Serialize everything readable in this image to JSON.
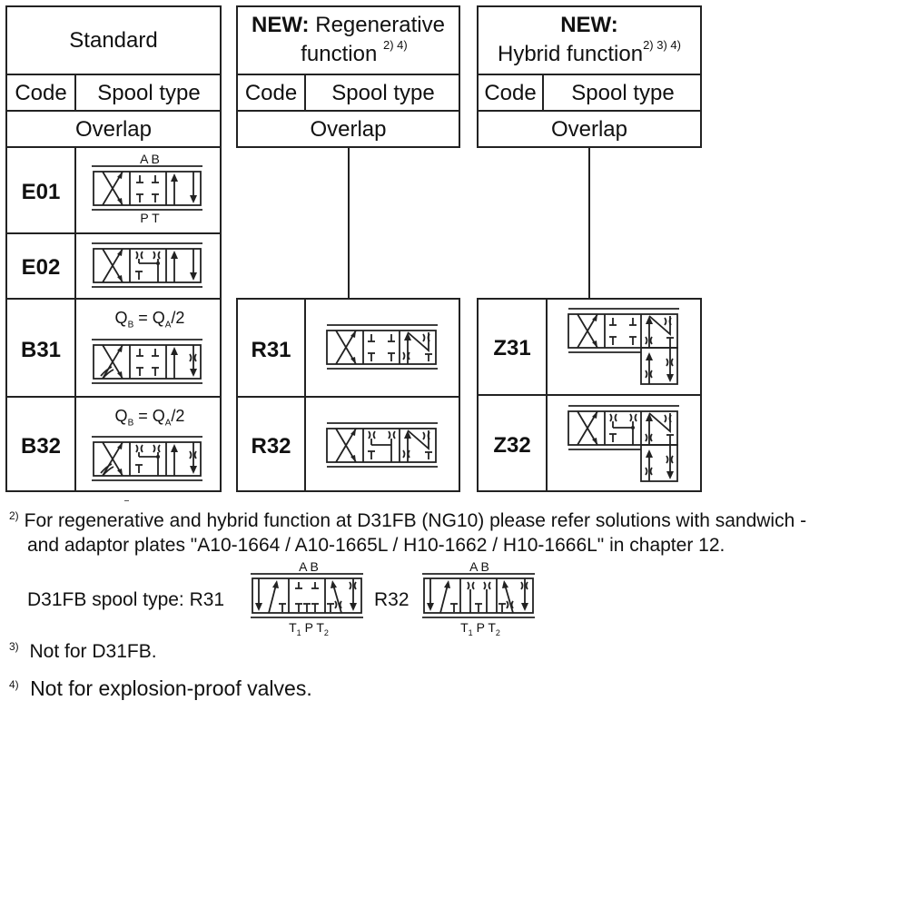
{
  "columns": [
    {
      "id": "standard",
      "title_plain": "Standard",
      "header_code": "Code",
      "header_spool": "Spool type",
      "subheader": "Overlap",
      "rows": [
        {
          "code": "E01",
          "note": "",
          "ports_top": "A B",
          "ports_bottom": "P T"
        },
        {
          "code": "E02",
          "note": ""
        },
        {
          "code": "B31",
          "note_q": "Q",
          "note_sub_b": "B",
          "note_eq": " = Q",
          "note_sub_a": "A",
          "note_tail": "/2"
        },
        {
          "code": "B32",
          "note_q": "Q",
          "note_sub_b": "B",
          "note_eq": " = Q",
          "note_sub_a": "A",
          "note_tail": "/2"
        }
      ]
    },
    {
      "id": "regenerative",
      "title_bold": "NEW:",
      "title_rest": " Regenerative",
      "title_line2": "function",
      "title_refs": "2)  4)",
      "header_code": "Code",
      "header_spool": "Spool type",
      "subheader": "Overlap",
      "rows": [
        {
          "code": "R31"
        },
        {
          "code": "R32"
        }
      ]
    },
    {
      "id": "hybrid",
      "title_bold": "NEW:",
      "title_line2": "Hybrid function",
      "title_refs": "2) 3) 4)",
      "header_code": "Code",
      "header_spool": "Spool type",
      "subheader": "Overlap",
      "rows": [
        {
          "code": "Z31"
        },
        {
          "code": "Z32"
        }
      ]
    }
  ],
  "footnotes": {
    "fn2_mark": "2)",
    "fn2_line1": "For regenerative and hybrid function at D31FB (NG10) please refer solutions with sandwich -",
    "fn2_line2": "and adaptor plates  \"A10-1664 / A10-1665L / H10-1662 / H10-1666L\" in chapter 12.",
    "d31fb_label": "D31FB spool type: R31",
    "d31fb_r32": "R32",
    "ports_top": "A  B",
    "port_t1": "T",
    "port_t1_sub": "1",
    "port_p": "P",
    "port_t2": "T",
    "port_t2_sub": "2",
    "fn3_mark": "3)",
    "fn3_text": "Not for D31FB.",
    "fn4_mark": "4)",
    "fn4_text": "Not for explosion-proof valves."
  }
}
